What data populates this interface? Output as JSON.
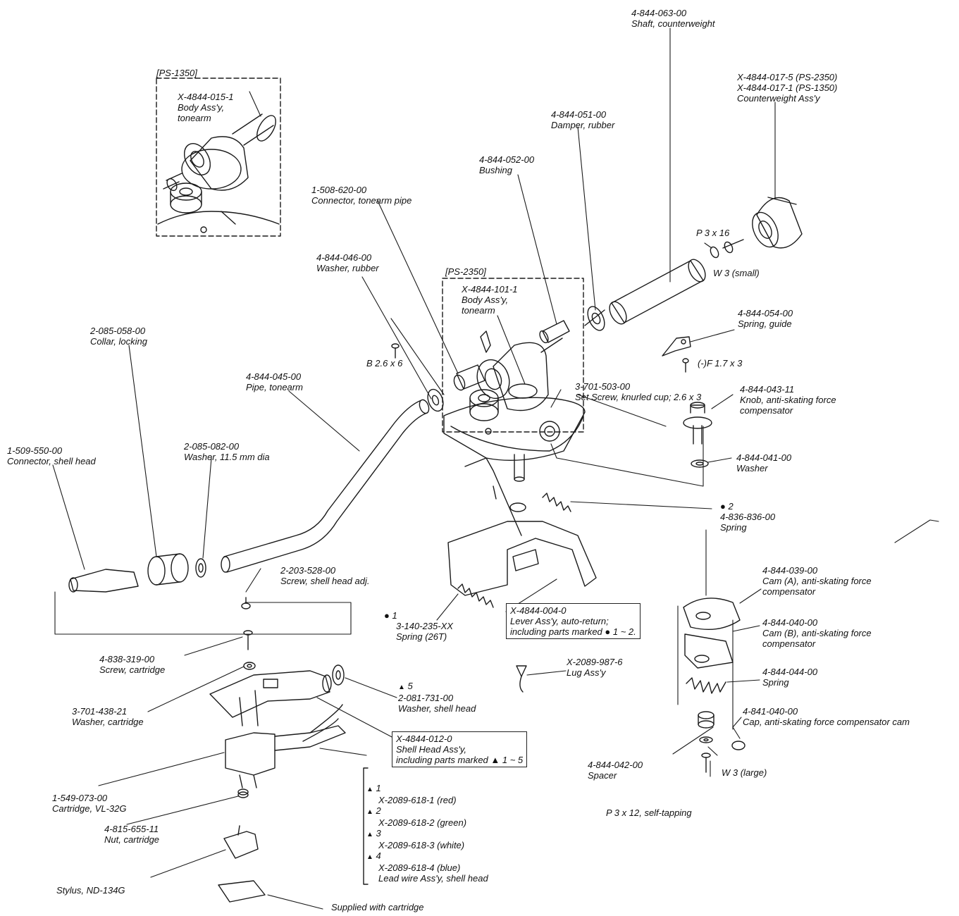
{
  "insets": [
    {
      "name": "PS-1350 inset",
      "tag": "[PS-1350]"
    },
    {
      "name": "PS-2350 inset",
      "tag": "[PS-2350]"
    }
  ],
  "labels": {
    "shaft_cw": [
      "4-844-063-00",
      "Shaft, counterweight"
    ],
    "cw_assy": [
      "X-4844-017-5 (PS-2350)",
      "X-4844-017-1 (PS-1350)",
      "Counterweight Ass'y"
    ],
    "body_1350": [
      "X-4844-015-1",
      "Body Ass'y,",
      "tonearm"
    ],
    "damper": [
      "4-844-051-00",
      "Damper, rubber"
    ],
    "bushing": [
      "4-844-052-00",
      "Bushing"
    ],
    "conn_pipe": [
      "1-508-620-00",
      "Connector, tonearm pipe"
    ],
    "p3x16": [
      "P 3 x 16"
    ],
    "w3small": [
      "W 3 (small)"
    ],
    "washer_rubber": [
      "4-844-046-00",
      "Washer, rubber"
    ],
    "body_2350": [
      "X-4844-101-1",
      "Body Ass'y,",
      "tonearm"
    ],
    "spring_guide": [
      "4-844-054-00",
      "Spring, guide"
    ],
    "collar": [
      "2-085-058-00",
      "Collar, locking"
    ],
    "b26x6": [
      "B 2.6 x 6"
    ],
    "f17x3": [
      "(-)F 1.7 x 3"
    ],
    "pipe": [
      "4-844-045-00",
      "Pipe, tonearm"
    ],
    "setscrew": [
      "3-701-503-00",
      "Set Screw, knurled cup; 2.6 x 3"
    ],
    "knob": [
      "4-844-043-11",
      "Knob, anti-skating force",
      "compensator"
    ],
    "conn_shell": [
      "1-509-550-00",
      "Connector, shell head"
    ],
    "washer115": [
      "2-085-082-00",
      "Washer, 11.5 mm dia"
    ],
    "washer041": [
      "4-844-041-00",
      "Washer"
    ],
    "spring836": [
      "4-836-836-00",
      "Spring"
    ],
    "screw_adj": [
      "2-203-528-00",
      "Screw, shell head adj."
    ],
    "cam_a": [
      "4-844-039-00",
      "Cam (A), anti-skating force",
      "compensator"
    ],
    "spring26t": [
      "3-140-235-XX",
      "Spring (26T)"
    ],
    "cam_b": [
      "4-844-040-00",
      "Cam (B), anti-skating force",
      "compensator"
    ],
    "screw_cart": [
      "4-838-319-00",
      "Screw, cartridge"
    ],
    "lug": [
      "X-2089-987-6",
      "Lug Ass'y"
    ],
    "spring044": [
      "4-844-044-00",
      "Spring"
    ],
    "washer_shell": [
      "2-081-731-00",
      "Washer, shell head"
    ],
    "washer_cart": [
      "3-701-438-21",
      "Washer, cartridge"
    ],
    "cap": [
      "4-841-040-00",
      "Cap, anti-skating force compensator cam"
    ],
    "spacer": [
      "4-844-042-00",
      "Spacer"
    ],
    "w3large": [
      "W 3 (large)"
    ],
    "cartridge": [
      "1-549-073-00",
      "Cartridge, VL-32G"
    ],
    "nut": [
      "4-815-655-11",
      "Nut, cartridge"
    ],
    "p3x12": [
      "P 3 x 12, self-tapping"
    ],
    "lead1": [
      "X-2089-618-1 (red)"
    ],
    "lead2": [
      "X-2089-618-2 (green)"
    ],
    "lead3": [
      "X-2089-618-3 (white)"
    ],
    "lead4": [
      "X-2089-618-4 (blue)",
      "Lead wire Ass'y, shell head"
    ],
    "stylus": [
      "Stylus, ND-134G"
    ],
    "supplied": [
      "Supplied with cartridge"
    ]
  },
  "markers": {
    "m1": "1",
    "m2": "2",
    "m4": "4",
    "m5": "5",
    "lead1": "1",
    "lead2": "2",
    "lead3": "3",
    "lead4": "4"
  },
  "boxes": {
    "lever": [
      "X-4844-004-0",
      "Lever Ass'y, auto-return;",
      "including parts marked ● 1 ~ 2."
    ],
    "shellhead": [
      "X-4844-012-0",
      "Shell Head Ass'y,",
      "including parts marked ▲ 1 ~ 5"
    ]
  }
}
